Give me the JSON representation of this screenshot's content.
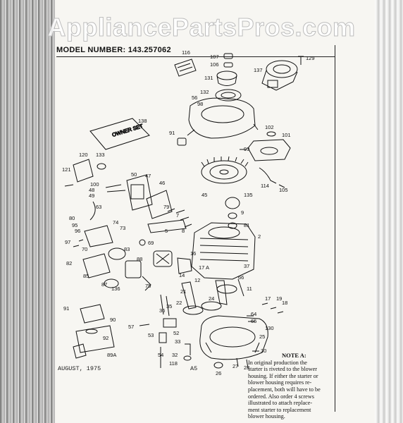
{
  "watermark": "AppliancePartsPros.com",
  "model_number": "MODEL NUMBER: 143.257062",
  "footer": {
    "date": "AUGUST, 1975",
    "page_code": "A5"
  },
  "note": {
    "title": "NOTE A:",
    "lines": [
      "In original production the",
      "starter is riveted to the blower",
      "housing. If either the starter or",
      "blower housing requires re-",
      "placement, both will have to be",
      "ordered. Also order 4 screws",
      "illustrated to attach replace-",
      "ment starter to replacement",
      "blower housing."
    ]
  },
  "diagram_kind": "exploded-view-parts-diagram",
  "part_labels": {
    "p116": "116",
    "p107": "107",
    "p106": "106",
    "p129": "129",
    "p131": "131",
    "p137": "137",
    "p132": "132",
    "p56": "56",
    "p98": "98",
    "p138": "138",
    "p91a": "91",
    "p102": "102",
    "p101": "101",
    "p99": "99",
    "p120": "120",
    "p133": "133",
    "p121": "121",
    "p50": "50",
    "p47": "47",
    "p100": "100",
    "p114": "114",
    "p105": "105",
    "p48": "48",
    "p49": "49",
    "p63": "63",
    "p46": "46",
    "p45": "45",
    "p135": "135",
    "p79": "79",
    "p9": "9",
    "p7": "7",
    "p80": "80",
    "p74": "74",
    "p73": "73",
    "p95": "95",
    "p96": "96",
    "p8": "8",
    "p81": "81",
    "p2": "2",
    "p97": "97",
    "p69": "69",
    "p5": "5",
    "p70": "70",
    "p83": "83",
    "p82": "82",
    "p85": "85",
    "p88": "88",
    "p16": "16",
    "p17a": "17 A",
    "p37": "37",
    "p87": "87",
    "p136": "136",
    "p75": "75",
    "p14": "14",
    "p66": "66",
    "p11": "11",
    "p12": "12",
    "p21": "21",
    "p22": "22",
    "p35": "35",
    "p36": "36",
    "p24": "24",
    "p17b": "17",
    "p19": "19",
    "p18": "18",
    "p91b": "91",
    "p90": "90",
    "p57": "57",
    "p53": "53",
    "p52": "52",
    "p33": "33",
    "p54": "54",
    "p64": "64",
    "p65": "65",
    "p130": "130",
    "p25": "25",
    "p92": "92",
    "p89a": "89A",
    "p32": "32",
    "p118": "118",
    "p26": "26",
    "p27": "27",
    "p28": "28",
    "p30": "30"
  }
}
